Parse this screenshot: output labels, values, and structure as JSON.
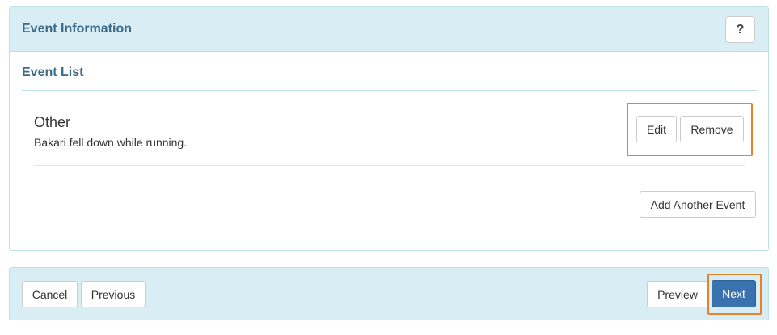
{
  "panel": {
    "title": "Event Information",
    "help_label": "?",
    "list_title": "Event List"
  },
  "events": [
    {
      "name": "Other",
      "description": "Bakari fell down while running.",
      "edit_label": "Edit",
      "remove_label": "Remove"
    }
  ],
  "actions": {
    "add_event_label": "Add Another Event"
  },
  "footer": {
    "cancel_label": "Cancel",
    "previous_label": "Previous",
    "preview_label": "Preview",
    "next_label": "Next"
  },
  "colors": {
    "panel_header_bg": "#d9edf5",
    "panel_border": "#bcdfe8",
    "title_text": "#3b6b8a",
    "primary_button": "#3a72b0",
    "highlight": "#e5832a"
  }
}
